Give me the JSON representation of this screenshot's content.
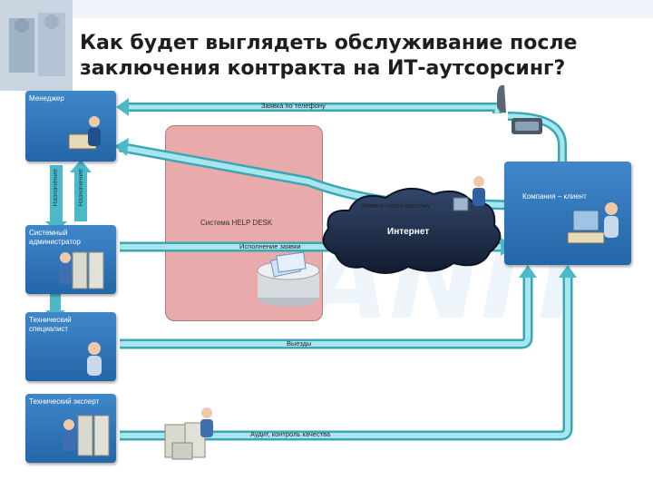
{
  "title": {
    "line1": "Как будет выглядеть обслуживание после",
    "line2": "заключения контракта на ИТ-аутсорсинг?"
  },
  "boxes": {
    "manager": "Менеджер",
    "sysadmin": "Системный администратор",
    "tech_specialist": "Технический специалист",
    "tech_expert": "Технический эксперт",
    "client": "Компания – клиент"
  },
  "helpdesk": {
    "label": "Система HELP DESK"
  },
  "cloud": {
    "label": "Интернет"
  },
  "flows": {
    "phone_request": "Заявка по телефону",
    "system_request": "Заявка через систему",
    "execution": "Исполнение заявки",
    "visits": "Выезды",
    "audit": "Аудит, контроль качества",
    "assign_left": "Назначение",
    "assign_right": "Назначение"
  },
  "colors": {
    "box": "#2e74b5",
    "arrow": "#4bb9c8",
    "helpdesk": "#e8aaaa",
    "cloud": "#1c2c48"
  }
}
